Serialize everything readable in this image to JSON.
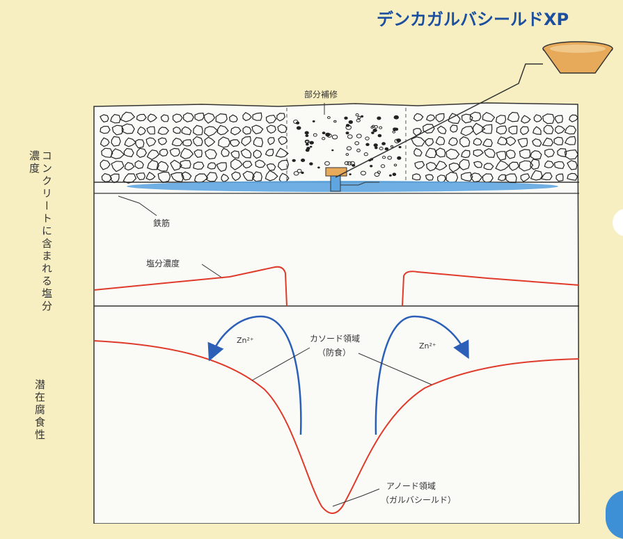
{
  "title": "デンカガルバシールドXP",
  "side_labels": {
    "chloride": "コンクリートに含まれる塩分濃度",
    "corrosion": "潜在腐食性"
  },
  "labels": {
    "partial_repair": "部分補修",
    "rebar": "鉄筋",
    "chloride_concentration": "塩分濃度",
    "zn_left": "Zn²⁺",
    "zn_right": "Zn²⁺",
    "cathode_line1": "カソード領域",
    "cathode_line2": "（防食）",
    "anode_line1": "アノード領域",
    "anode_line2": "（ガルバシールド）"
  },
  "colors": {
    "background": "#f7eec1",
    "title": "#1d4fa0",
    "curve": "#e03a2a",
    "arrow": "#2c5fb8",
    "rebar_blue": "#5fa6e0",
    "anode_block": "#e7a95a"
  }
}
